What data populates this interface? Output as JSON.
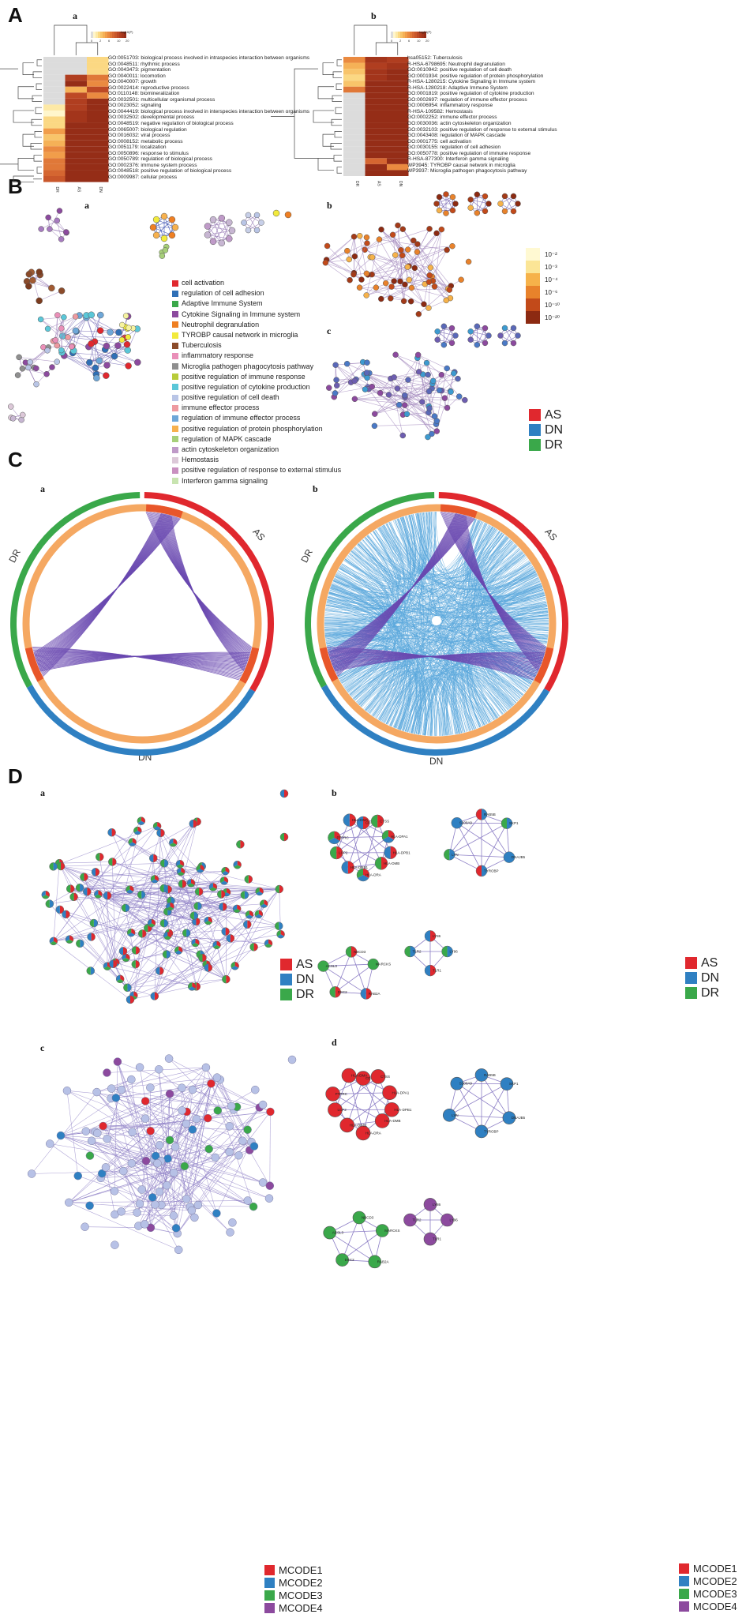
{
  "panels": {
    "A": "A",
    "B": "B",
    "C": "C",
    "D": "D",
    "sub_a": "a",
    "sub_b": "b",
    "sub_c": "c",
    "sub_d": "d"
  },
  "heatmap_left": {
    "colorkey": "-log10(P)",
    "colorkey_ticks": [
      "0",
      "2",
      "6",
      "10",
      "20"
    ],
    "columns": [
      "DR",
      "AS",
      "DN"
    ],
    "terms": [
      "GO:0051703: biological process involved in intraspecies interaction between organisms",
      "GO:0048511: rhythmic process",
      "GO:0043473: pigmentation",
      "GO:0040011: locomotion",
      "GO:0040007: growth",
      "GO:0022414: reproductive process",
      "GO:0110148: biomineralization",
      "GO:0032501: multicellular organismal process",
      "GO:0023052: signaling",
      "GO:0044419: biological process involved in interspecies interaction between organisms",
      "GO:0032502: developmental process",
      "GO:0048519: negative regulation of biological process",
      "GO:0065007: biological regulation",
      "GO:0016032: viral process",
      "GO:0008152: metabolic process",
      "GO:0051179: localization",
      "GO:0050896: response to stimulus",
      "GO:0050789: regulation of biological process",
      "GO:0002376: immune system process",
      "GO:0048518: positive regulation of biological process",
      "GO:0009987: cellular process"
    ],
    "values": [
      [
        0,
        0,
        3
      ],
      [
        0,
        0,
        3
      ],
      [
        0,
        0,
        3
      ],
      [
        0,
        12,
        8
      ],
      [
        0,
        14,
        7
      ],
      [
        0,
        5,
        11
      ],
      [
        0,
        11,
        7
      ],
      [
        0,
        12,
        14
      ],
      [
        2,
        12,
        14
      ],
      [
        1,
        13,
        14
      ],
      [
        3,
        13,
        14
      ],
      [
        3,
        14,
        14
      ],
      [
        6,
        14,
        14
      ],
      [
        4,
        14,
        14
      ],
      [
        5,
        14,
        14
      ],
      [
        7,
        14,
        14
      ],
      [
        6,
        14,
        14
      ],
      [
        8,
        14,
        14
      ],
      [
        8,
        14,
        14
      ],
      [
        9,
        14,
        14
      ],
      [
        10,
        14,
        14
      ]
    ]
  },
  "heatmap_right": {
    "colorkey": "-log10(P)",
    "colorkey_ticks": [
      "0",
      "2",
      "6",
      "10",
      "20"
    ],
    "columns": [
      "DR",
      "AS",
      "DN"
    ],
    "terms": [
      "hsa05152: Tuberculosis",
      "R-HSA-6798695: Neutrophil degranulation",
      "GO:0010942: positive regulation of cell death",
      "GO:0001934: positive regulation of protein phosphorylation",
      "R-HSA-1280215: Cytokine Signaling in Immune system",
      "R-HSA-1280218: Adaptive Immune System",
      "GO:0001819: positive regulation of cytokine production",
      "GO:0002697: regulation of immune effector process",
      "GO:0006954: inflammatory response",
      "R-HSA-109582: Hemostasis",
      "GO:0002252: immune effector process",
      "GO:0030036: actin cytoskeleton organization",
      "GO:0032103: positive regulation of response to external stimulus",
      "GO:0043408: regulation of MAPK cascade",
      "GO:0001775: cell activation",
      "GO:0030155: regulation of cell adhesion",
      "GO:0050778: positive regulation of immune response",
      "R-HSA-877300: Interferon gamma signaling",
      "WP3945: TYROBP causal network in microglia",
      "WP3937: Microglia pathogen phagocytosis pathway"
    ],
    "values": [
      [
        7,
        13,
        12
      ],
      [
        5,
        12,
        13
      ],
      [
        4,
        13,
        14
      ],
      [
        3,
        13,
        14
      ],
      [
        4,
        14,
        14
      ],
      [
        8,
        14,
        14
      ],
      [
        0,
        14,
        14
      ],
      [
        0,
        14,
        14
      ],
      [
        0,
        14,
        14
      ],
      [
        0,
        14,
        14
      ],
      [
        0,
        14,
        14
      ],
      [
        0,
        14,
        14
      ],
      [
        0,
        14,
        14
      ],
      [
        0,
        14,
        14
      ],
      [
        0,
        14,
        14
      ],
      [
        0,
        14,
        14
      ],
      [
        0,
        14,
        14
      ],
      [
        0,
        9,
        14
      ],
      [
        0,
        14,
        7
      ],
      [
        0,
        14,
        14
      ]
    ]
  },
  "legend_terms": [
    {
      "label": "cell activation",
      "color": "#e0282e"
    },
    {
      "label": "regulation of cell adhesion",
      "color": "#2f6fb6"
    },
    {
      "label": "Adaptive Immune System",
      "color": "#3aa84a"
    },
    {
      "label": "Cytokine Signaling in Immune system",
      "color": "#8c4a9e"
    },
    {
      "label": "Neutrophil degranulation",
      "color": "#ef7f22"
    },
    {
      "label": "TYROBP causal network in microglia",
      "color": "#f2ea3c"
    },
    {
      "label": "Tuberculosis",
      "color": "#8b4b2a"
    },
    {
      "label": "inflammatory response",
      "color": "#ea8fb8"
    },
    {
      "label": "Microglia pathogen phagocytosis pathway",
      "color": "#8f8f8f"
    },
    {
      "label": "positive regulation of immune response",
      "color": "#b8cc3a"
    },
    {
      "label": "positive regulation of cytokine production",
      "color": "#5bc7d8"
    },
    {
      "label": "positive regulation of cell death",
      "color": "#b9c5e6"
    },
    {
      "label": "immune effector process",
      "color": "#ee9aa0"
    },
    {
      "label": "regulation of immune effector process",
      "color": "#6ea7d8"
    },
    {
      "label": "positive regulation of protein phosphorylation",
      "color": "#f7b14e"
    },
    {
      "label": "regulation of MAPK cascade",
      "color": "#a7cf7a"
    },
    {
      "label": "actin cytoskeleton organization",
      "color": "#bf9ac8"
    },
    {
      "label": "Hemostasis",
      "color": "#dcc8d8"
    },
    {
      "label": "positive regulation of response to external stimulus",
      "color": "#c990c0"
    },
    {
      "label": "Interferon gamma signaling",
      "color": "#c8e4b0"
    }
  ],
  "pvalue_scale": [
    {
      "label": "10⁻²",
      "color": "#fff9d2"
    },
    {
      "label": "10⁻³",
      "color": "#fbe596"
    },
    {
      "label": "10⁻⁴",
      "color": "#f6b24a"
    },
    {
      "label": "10⁻⁶",
      "color": "#e8822b"
    },
    {
      "label": "10⁻¹⁰",
      "color": "#c24a1a"
    },
    {
      "label": "10⁻²⁰",
      "color": "#8c2a12"
    }
  ],
  "datasets": [
    {
      "label": "AS",
      "color": "#e0282e"
    },
    {
      "label": "DN",
      "color": "#2f80c2"
    },
    {
      "label": "DR",
      "color": "#3aa84a"
    }
  ],
  "mcodes": [
    {
      "label": "MCODE1",
      "color": "#e0282e"
    },
    {
      "label": "MCODE2",
      "color": "#2f80c2"
    },
    {
      "label": "MCODE3",
      "color": "#3aa84a"
    },
    {
      "label": "MCODE4",
      "color": "#8c4a9e"
    }
  ],
  "circos": {
    "labels": [
      "AS",
      "DN",
      "DR"
    ]
  },
  "ppi_b": {
    "cluster1": [
      "CD74",
      "CTSS",
      "HLA-DPA1",
      "HLA-DPB1",
      "HLA-DMB",
      "HLA-DRA",
      "HLA-DRB1",
      "LCP2",
      "PTPRC",
      "HLA-DMA"
    ],
    "cluster2": [
      "RAB5B",
      "SKP1",
      "DNAJB5",
      "TYROBP",
      "LYN",
      "S100A9"
    ],
    "cluster3": [
      "NBCD3",
      "MARCKS",
      "RAB2A",
      "DSC2",
      "ACSL3"
    ],
    "cluster4": [
      "LY86",
      "LY96",
      "TLR1",
      "TLR2"
    ]
  }
}
